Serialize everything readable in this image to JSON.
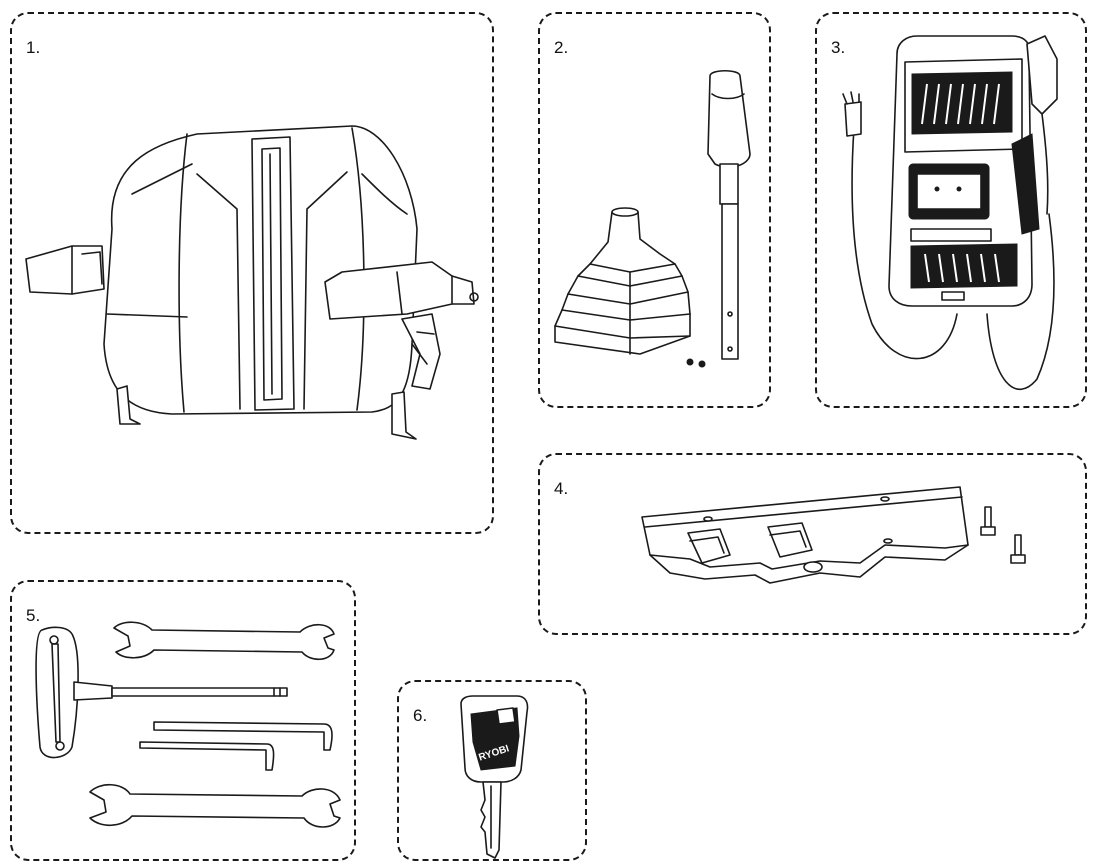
{
  "parts": [
    {
      "number": "1.",
      "icon": "hose-reel-unit-icon"
    },
    {
      "number": "2.",
      "icon": "handle-and-boot-icon"
    },
    {
      "number": "3.",
      "icon": "battery-charger-icon"
    },
    {
      "number": "4.",
      "icon": "mounting-bracket-icon"
    },
    {
      "number": "5.",
      "icon": "tool-set-icon"
    },
    {
      "number": "6.",
      "icon": "ignition-key-icon"
    }
  ],
  "key_brand": "RYOBI",
  "colors": {
    "line": "#1a1a1a",
    "background": "#ffffff"
  }
}
